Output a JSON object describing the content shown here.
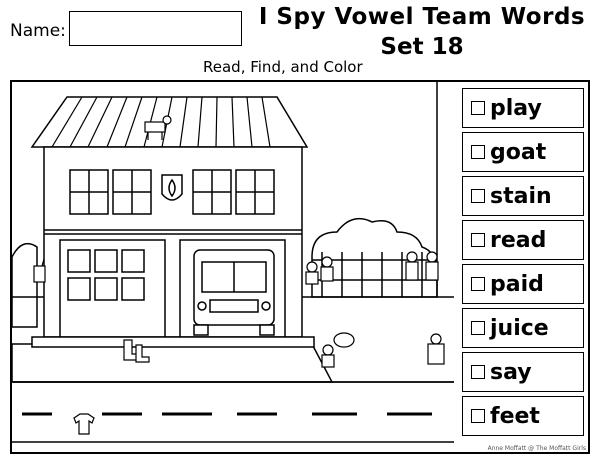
{
  "header": {
    "name_label": "Name:",
    "title": "I Spy Vowel Team Words",
    "subtitle": "Set 18",
    "instructions": "Read, Find, and Color"
  },
  "words": [
    "play",
    "goat",
    "stain",
    "read",
    "paid",
    "juice",
    "say",
    "feet"
  ],
  "footer": {
    "credit": "Anne Moffatt @ The Moffatt Girls"
  }
}
